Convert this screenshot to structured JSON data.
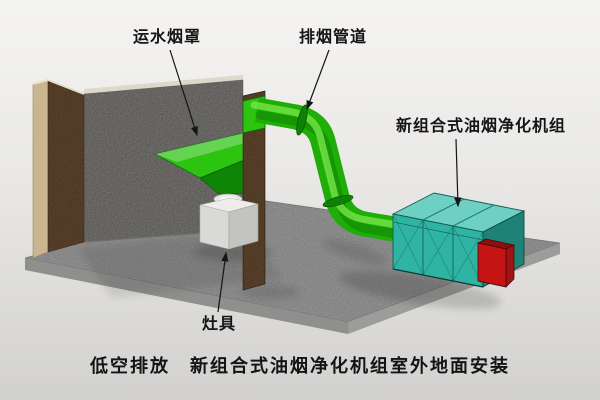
{
  "annotations": {
    "hood_label": "运水烟罩",
    "pipe_label": "排烟管道",
    "unit_label": "新组合式油烟净化机组",
    "stove_label": "灶具"
  },
  "caption": "低空排放　新组合式油烟净化机组室外地面安装",
  "colors": {
    "hood_green": "#2cc411",
    "pipe_green": "#1fae07",
    "unit_teal": "#2fb3a2",
    "unit_teal_top": "#6ed0c2",
    "unit_teal_side": "#1e8376",
    "alarm_red": "#c41414",
    "wall_brown": "#7b5a3a",
    "concrete_gray": "#a2a09c",
    "floor_gray": "#b2b2b2"
  }
}
